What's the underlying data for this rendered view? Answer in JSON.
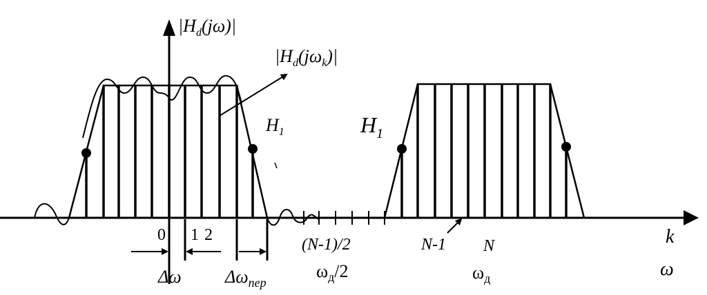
{
  "labels": {
    "y_axis": "|H",
    "y_axis_sub": "d",
    "y_axis_tail": "(jω)|",
    "sample_label": "|H",
    "sample_label_sub": "d",
    "sample_label_tail": "(jω",
    "sample_label_sub2": "k",
    "sample_label_end": ")|",
    "h1_left": "H",
    "h1_left_sub": "1",
    "h1_right": "H",
    "h1_right_sub": "1",
    "tick_0": "0",
    "tick_1": "1",
    "tick_2": "2",
    "tick_half": "(N-1)/2",
    "tick_n_minus_1": "N-1",
    "tick_n": "N",
    "axis_k": "k",
    "axis_omega": "ω",
    "delta_omega": "Δω",
    "delta_omega_per": "Δω",
    "delta_omega_per_sub": "пер",
    "omega_d_half": "ω",
    "omega_d_half_sub": "д",
    "omega_d_half_tail": "/2",
    "omega_d": "ω",
    "omega_d_sub": "д"
  },
  "colors": {
    "ink": "#000000",
    "background": "#ffffff"
  }
}
